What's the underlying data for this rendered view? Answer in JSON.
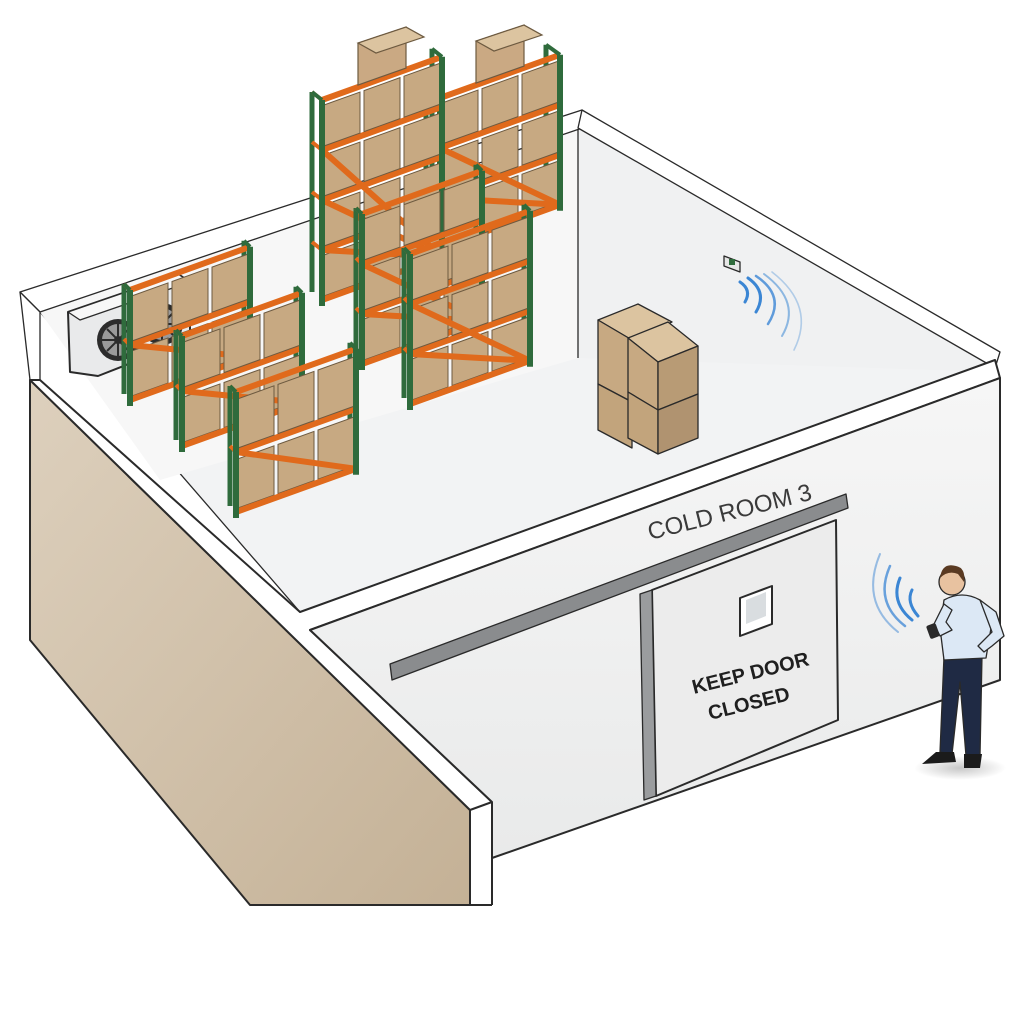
{
  "room_sign": "COLD ROOM 3",
  "door_sign_line1": "KEEP DOOR",
  "door_sign_line2": "CLOSED",
  "colors": {
    "rack_upright": "#2f6b3c",
    "rack_beam": "#e06a1c",
    "box": "#c7a982",
    "wireless_wave": "#3b86d4",
    "outer_wall": "#c9b89f",
    "floor": "#f1f2f3"
  },
  "icons": [
    "condenser-unit",
    "temperature-sensor",
    "wireless-signal",
    "handheld-device",
    "worker"
  ]
}
